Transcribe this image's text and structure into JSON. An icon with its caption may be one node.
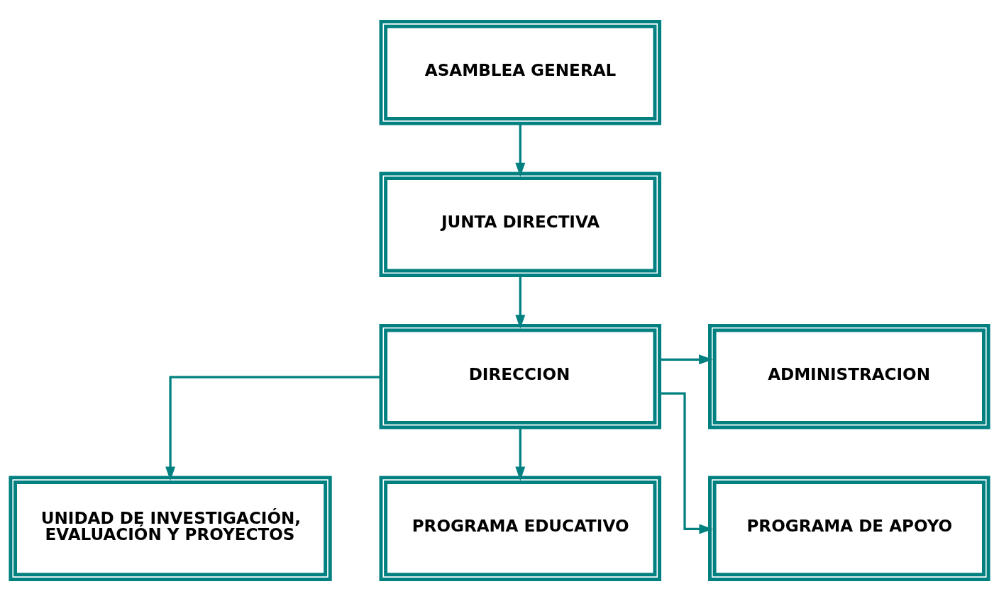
{
  "diagram": {
    "nodes": [
      {
        "text": [
          "ASAMBLEA GENERAL"
        ]
      },
      {
        "text": [
          "JUNTA DIRECTIVA"
        ]
      },
      {
        "text": [
          "DIRECCION"
        ]
      },
      {
        "text": [
          "ADMINISTRACION"
        ]
      },
      {
        "text": [
          "UNIDAD DE INVESTIGACIÓN, EVALUACIÓN Y PROYECTOS"
        ]
      },
      {
        "text": [
          "PROGRAMA EDUCATIVO"
        ]
      },
      {
        "text": [
          "PROGRAMA DE APOYO"
        ]
      }
    ],
    "edges": [
      {
        "from": 0,
        "to": 1,
        "arrow": "to"
      },
      {
        "from": 1,
        "to": 2,
        "arrow": "to"
      },
      {
        "from": 2,
        "to": 3,
        "arrow": "to"
      },
      {
        "from": 2,
        "to": 4,
        "arrow": "to"
      },
      {
        "from": 2,
        "to": 5,
        "arrow": "to"
      },
      {
        "from": 2,
        "to": 6,
        "arrow": "to"
      }
    ]
  }
}
